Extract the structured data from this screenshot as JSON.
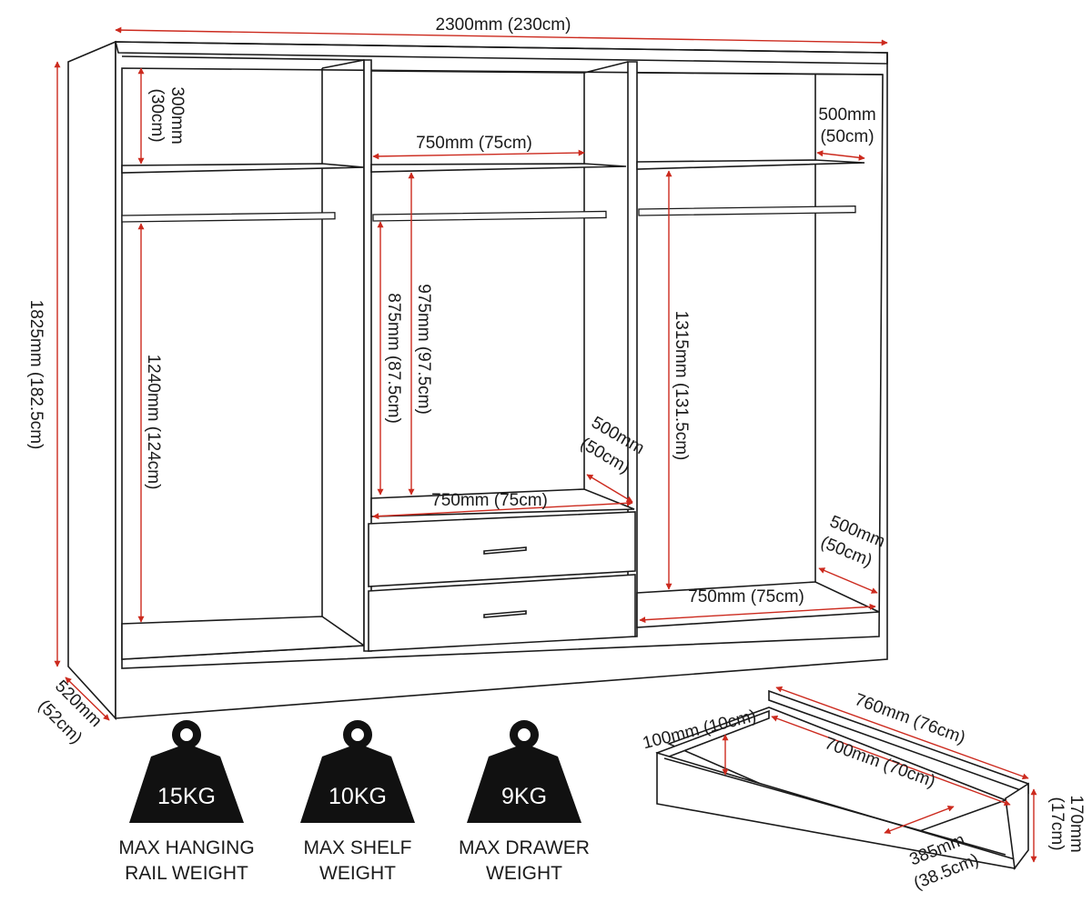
{
  "dimensions": {
    "total_width": "2300mm (230cm)",
    "total_height": "1825mm (182.5cm)",
    "total_depth": [
      "520mm",
      "(52cm)"
    ],
    "left_top_gap": [
      "300mm",
      "(30cm)"
    ],
    "left_hanging_height": "1240mm (124cm)",
    "center_shelf_width": "750mm (75cm)",
    "center_hanging_height": "875mm (87.5cm)",
    "center_shelf_gap": "975mm (97.5cm)",
    "center_depth": [
      "500mm",
      "(50cm)"
    ],
    "center_base_width": "750mm (75cm)",
    "right_shelf_depth": [
      "500mm",
      "(50cm)"
    ],
    "right_hanging_height": "1315mm (131.5cm)",
    "right_base_depth": [
      "500mm",
      "(50cm)"
    ],
    "right_base_width": "750mm (75cm)"
  },
  "drawer": {
    "outer_length": "760mm (76cm)",
    "inner_height": "100mm (10cm)",
    "inner_length": "700mm (70cm)",
    "inner_depth": [
      "385mm",
      "(38.5cm)"
    ],
    "outer_height": [
      "170mm",
      "(17cm)"
    ]
  },
  "weights": [
    {
      "value": "15KG",
      "caption": [
        "MAX HANGING",
        "RAIL WEIGHT"
      ]
    },
    {
      "value": "10KG",
      "caption": [
        "MAX SHELF",
        "WEIGHT"
      ]
    },
    {
      "value": "9KG",
      "caption": [
        "MAX DRAWER",
        "WEIGHT"
      ]
    }
  ],
  "colors": {
    "dimension_arrow": "#cc2a1e",
    "outline": "#1a1a1a",
    "weight_icon": "#111111"
  }
}
